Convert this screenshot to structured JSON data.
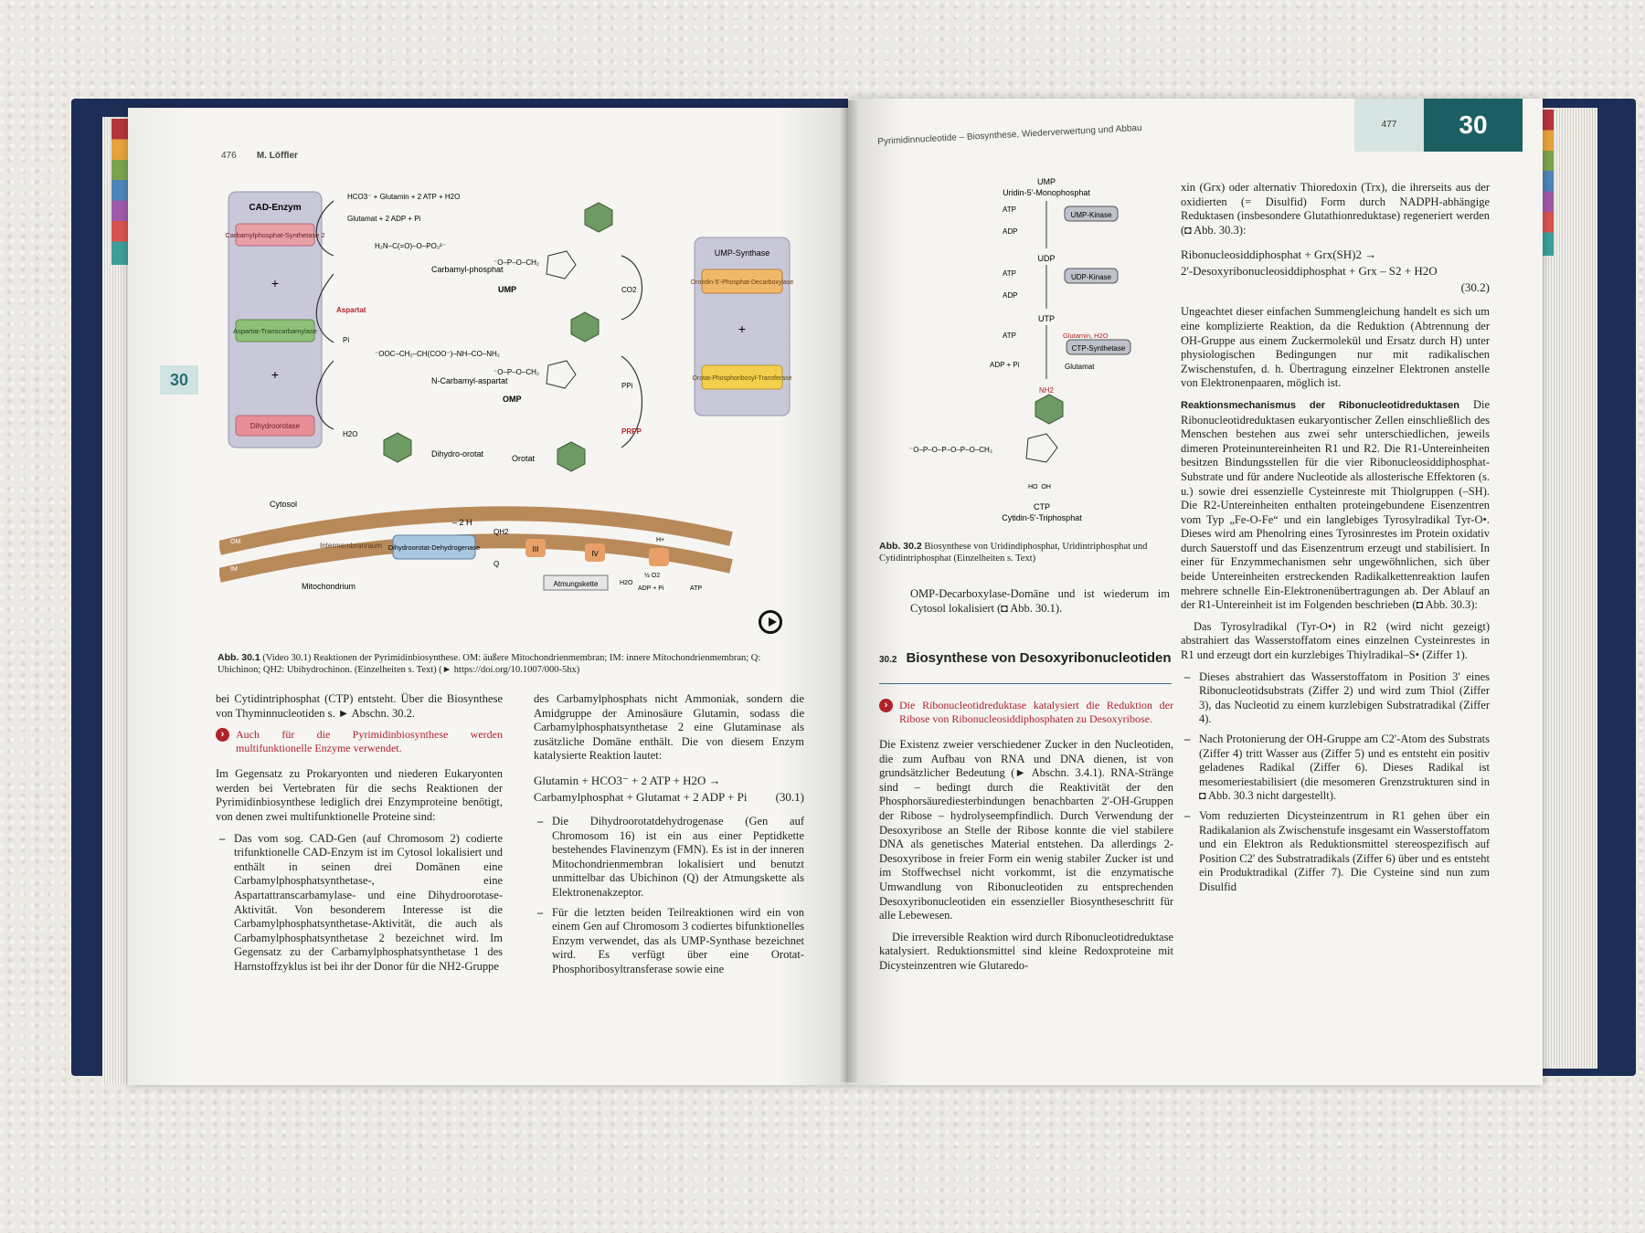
{
  "left_page": {
    "page_number": "476",
    "author": "M. Löffler",
    "chapter_tab": "30",
    "figure": {
      "cad_title": "CAD-Enzym",
      "cad_e1": "Carbamylphosphat-Synthetase 2",
      "cad_plus1": "+",
      "cad_e2": "Aspartat-Transcarbamylase",
      "cad_plus2": "+",
      "cad_e3": "Dihydroorotase",
      "ump_title": "UMP-Synthase",
      "ump_e1": "Orotidin-5'-Phosphat-Decarboxylase",
      "ump_plus": "+",
      "ump_e2": "Orotat-Phosphoribosyl-Transferase",
      "reagents1": "HCO3⁻ + Glutamin + 2 ATP + H2O",
      "reagents1_glutamin": "Glutamin",
      "products1": "Glutamat + 2 ADP + Pi",
      "carbamylphosphat": "Carbamyl-phosphat",
      "aspartat": "Aspartat",
      "pi": "Pi",
      "ncarbamyl": "N-Carbamyl-aspartat",
      "h2o": "H2O",
      "dihydroorotat": "Dihydro-orotat",
      "cytosol": "Cytosol",
      "orotat": "Orotat",
      "prpp": "PRPP",
      "ppi": "PPi",
      "co2": "CO2",
      "omp": "OMP",
      "ump": "UMP",
      "minus2h": "– 2 H",
      "qh2": "QH2",
      "q": "Q",
      "om": "OM",
      "im": "IM",
      "intermembranraum": "Intermembranraum",
      "dhodh": "Dihydroorotat-Dehydrogenase",
      "complex3": "III",
      "complex4": "IV",
      "hplus": "H+",
      "atmungskette": "Atmungskette",
      "h2o_b": "H2O",
      "half_o2": "½ O2",
      "adp_pi": "ADP + Pi",
      "atp": "ATP",
      "mitochondrium": "Mitochondrium",
      "video_icon": "play-icon"
    },
    "caption_label": "Abb. 30.1",
    "caption_text": "(Video 30.1) Reaktionen der Pyrimidinbiosynthese. OM: äußere Mitochondrienmembran; IM: innere Mitochondrienmembran; Q: Ubichinon; QH2: Ubihydrochinon. (Einzelheiten s. Text) (► https://doi.org/10.1007/000-5hx)",
    "col1_p1": "bei Cytidintriphosphat (CTP) entsteht. Über die Biosynthese von Thyminnucleotiden s. ► Abschn. 30.2.",
    "col1_callout": "Auch für die Pyrimidinbiosynthese werden multifunktionelle Enzyme verwendet.",
    "col1_p2": "Im Gegensatz zu Prokaryonten und niederen Eukaryonten werden bei Vertebraten für die sechs Reaktionen der Pyrimidinbiosynthese lediglich drei Enzymproteine benötigt, von denen zwei multifunktionelle Proteine sind:",
    "col1_bullet1": "Das vom sog. CAD-Gen (auf Chromosom 2) codierte trifunktionelle CAD-Enzym ist im Cytosol lokalisiert und enthält in seinen drei Domänen eine Carbamylphosphatsynthetase-, eine Aspartattranscarbamylase- und eine Dihydroorotase-Aktivität. Von besonderem Interesse ist die Carbamylphosphatsynthetase-Aktivität, die auch als Carbamylphosphatsynthetase 2 bezeichnet wird. Im Gegensatz zu der Carbamylphosphatsynthetase 1 des Harnstoffzyklus ist bei ihr der Donor für die NH2-Gruppe",
    "col2_p1": "des Carbamylphosphats nicht Ammoniak, sondern die Amidgruppe der Aminosäure Glutamin, sodass die Carbamylphosphatsynthetase 2 eine Glutaminase als zusätzliche Domäne enthält. Die von diesem Enzym katalysierte Reaktion lautet:",
    "col2_eq1": "Glutamin + HCO3⁻ + 2 ATP + H2O →",
    "col2_eq2": "Carbamylphosphat + Glutamat + 2 ADP + Pi",
    "col2_eqnum": "(30.1)",
    "col2_bullet1": "Die Dihydroorotatdehydrogenase (Gen auf Chromosom 16) ist ein aus einer Peptidkette bestehendes Flavinenzym (FMN). Es ist in der inneren Mitochondrienmembran lokalisiert und benutzt unmittelbar das Ubichinon (Q) der Atmungskette als Elektronenakzeptor.",
    "col2_bullet2": "Für die letzten beiden Teilreaktionen wird ein von einem Gen auf Chromosom 3 codiertes bifunktionelles Enzym verwendet, das als UMP-Synthase bezeichnet wird. Es verfügt über eine Orotat-Phosphoribosyltransferase sowie eine"
  },
  "right_page": {
    "running_title": "Pyrimidinnucleotide – Biosynthese, Wiederverwertung und Abbau",
    "page_number": "477",
    "chapter_tab": "30",
    "figure": {
      "ump": "UMP",
      "ump_full": "Uridin-5'-Monophosphat",
      "atp1": "ATP",
      "adp1": "ADP",
      "ump_kinase": "UMP-Kinase",
      "udp": "UDP",
      "atp2": "ATP",
      "adp2": "ADP",
      "udp_kinase": "UDP-Kinase",
      "utp": "UTP",
      "glutamin_h2o": "Glutamin, H2O",
      "atp3": "ATP",
      "ctp_synthetase": "CTP-Synthetase",
      "adp_pi": "ADP + Pi",
      "glutamat": "Glutamat",
      "nh2": "NH2",
      "ctp": "CTP",
      "ctp_full": "Cytidin-5'-Triphosphat"
    },
    "caption_label": "Abb. 30.2",
    "caption_text": "Biosynthese von Uridindiphosphat, Uridintriphosphat und Cytidintriphosphat (Einzelheiten s. Text)",
    "col1_p0": "OMP-Decarboxylase-Domäne und ist wiederum im Cytosol lokalisiert (◘ Abb. 30.1).",
    "section_number": "30.2",
    "section_title": "Biosynthese von Desoxyribonucleotiden",
    "col1_callout": "Die Ribonucleotidreduktase katalysiert die Reduktion der Ribose von Ribonucleosiddiphosphaten zu Desoxyribose.",
    "col1_p1": "Die Existenz zweier verschiedener Zucker in den Nucleotiden, die zum Aufbau von RNA und DNA dienen, ist von grundsätzlicher Bedeutung (► Abschn. 3.4.1). RNA-Stränge sind – bedingt durch die Reaktivität der den Phosphorsäurediesterbindungen benachbarten 2'-OH-Gruppen der Ribose – hydrolyseempfindlich. Durch Verwendung der Desoxyribose an Stelle der Ribose konnte die viel stabilere DNA als genetisches Material entstehen. Da allerdings 2-Desoxyribose in freier Form ein wenig stabiler Zucker ist und im Stoffwechsel nicht vorkommt, ist die enzymatische Umwandlung von Ribonucleotiden zu entsprechenden Desoxyribonucleotiden ein essenzieller Biosyntheseschritt für alle Lebewesen.",
    "col1_p2": "Die irreversible Reaktion wird durch Ribonucleotidreduktase katalysiert. Reduktionsmittel sind kleine Redoxproteine mit Dicysteinzentren wie Glutaredo-",
    "col2_p1": "xin (Grx) oder alternativ Thioredoxin (Trx), die ihrerseits aus der oxidierten (= Disulfid) Form durch NADPH-abhängige Reduktasen (insbesondere Glutathionreduktase) regeneriert werden (◘ Abb. 30.3):",
    "col2_eq1": "Ribonucleosiddiphosphat + Grx(SH)2 →",
    "col2_eq2": "2'-Desoxyribonucleosiddiphosphat + Grx – S2 + H2O",
    "col2_eqnum": "(30.2)",
    "col2_p2": "Ungeachtet dieser einfachen Summengleichung handelt es sich um eine komplizierte Reaktion, da die Reduktion (Abtrennung der OH-Gruppe aus einem Zuckermolekül und Ersatz durch H) unter physiologischen Bedingungen nur mit radikalischen Zwischenstufen, d. h. Übertragung einzelner Elektronen anstelle von Elektronenpaaren, möglich ist.",
    "col2_head": "Reaktionsmechanismus der Ribonucleotidreduktasen",
    "col2_p3": "Die Ribonucleotidreduktasen eukaryontischer Zellen einschließlich des Menschen bestehen aus zwei sehr unterschiedlichen, jeweils dimeren Proteinuntereinheiten R1 und R2. Die R1-Untereinheiten besitzen Bindungsstellen für die vier Ribonucleosiddiphosphat-Substrate und für andere Nucleotide als allosterische Effektoren (s. u.) sowie drei essenzielle Cysteinreste mit Thiolgruppen (–SH). Die R2-Untereinheiten enthalten proteingebundene Eisenzentren vom Typ „Fe-O-Fe“ und ein langlebiges Tyrosylradikal Tyr-O•. Dieses wird am Phenolring eines Tyrosinrestes im Protein oxidativ durch Sauerstoff und das Eisenzentrum erzeugt und stabilisiert. In einer für Enzymmechanismen sehr ungewöhnlichen, sich über beide Untereinheiten erstreckenden Radikalkettenreaktion laufen mehrere schnelle Ein-Elektronenübertragungen ab. Der Ablauf an der R1-Untereinheit ist im Folgenden beschrieben (◘ Abb. 30.3):",
    "col2_p4": "Das Tyrosylradikal (Tyr-O•) in R2 (wird nicht gezeigt) abstrahiert das Wasserstoffatom eines einzelnen Cysteinrestes in R1 und erzeugt dort ein kurzlebiges Thiylradikal–S• (Ziffer 1).",
    "col2_bullet1": "Dieses abstrahiert das Wasserstoffatom in Position 3' eines Ribonucleotidsubstrats (Ziffer 2) und wird zum Thiol (Ziffer 3), das Nucleotid zu einem kurzlebigen Substratradikal (Ziffer 4).",
    "col2_bullet2": "Nach Protonierung der OH-Gruppe am C2'-Atom des Substrats (Ziffer 4) tritt Wasser aus (Ziffer 5) und es entsteht ein positiv geladenes Radikal (Ziffer 6). Dieses Radikal ist mesomeriestabilisiert (die mesomeren Grenzstrukturen sind in ◘ Abb. 30.3 nicht dargestellt).",
    "col2_bullet3": "Vom reduzierten Dicysteinzentrum in R1 gehen über ein Radikalanion als Zwischenstufe insgesamt ein Wasserstoffatom und ein Elektron als Reduktionsmittel stereospezifisch auf Position C2' des Substratradikals (Ziffer 6) über und es entsteht ein Produktradikal (Ziffer 7). Die Cysteine sind nun zum Disulfid"
  },
  "colors": {
    "cover": "#1d2d55",
    "chapter_teal": "#1b5f63",
    "callout_red": "#b0222a",
    "enzyme_pink": "#e8a0a6",
    "enzyme_green": "#8fc07a",
    "enzyme_orange": "#f0b96a",
    "membrane": "#b88a5a",
    "ring_green": "#6e9a63"
  }
}
